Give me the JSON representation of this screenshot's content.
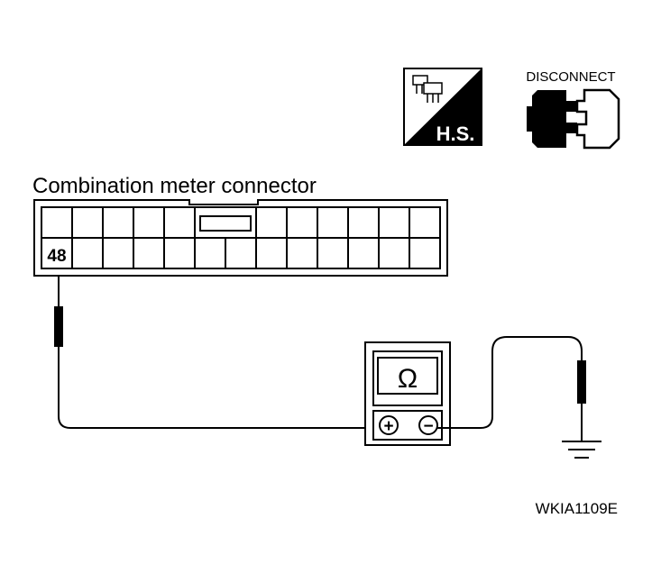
{
  "diagram": {
    "title": "Combination meter connector",
    "pin_label": "48",
    "meter_symbol": "Ω",
    "positive_symbol": "+",
    "negative_symbol": "−",
    "hs_label": "H.S.",
    "disconnect_label": "DISCONNECT",
    "figure_id": "WKIA1109E"
  },
  "icons": {
    "hs": "harness-side-icon",
    "disconnect": "disconnect-connector-icon",
    "ground": "ground-icon",
    "ohmmeter": "ohmmeter-icon",
    "probe": "test-probe-icon"
  },
  "colors": {
    "line": "#000000",
    "background": "#ffffff"
  }
}
